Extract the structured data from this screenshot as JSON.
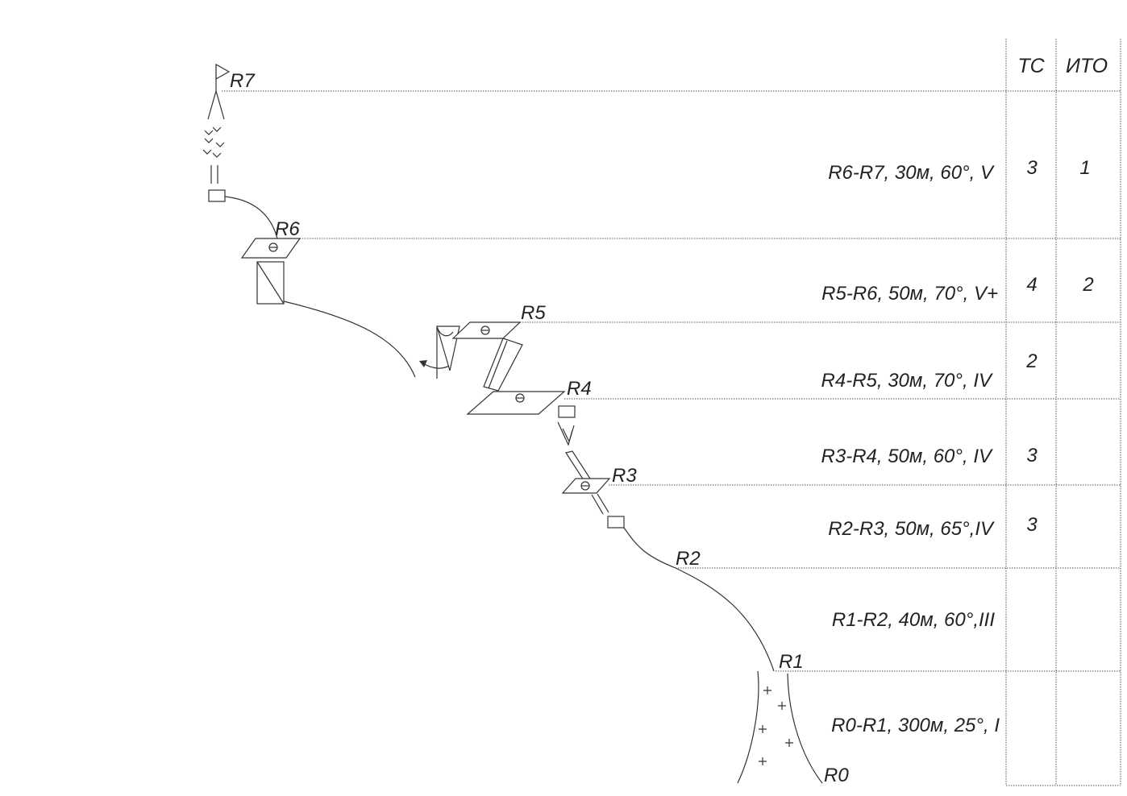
{
  "columns": {
    "tc": "ТС",
    "ito": "ИТО"
  },
  "points": [
    "R0",
    "R1",
    "R2",
    "R3",
    "R4",
    "R5",
    "R6",
    "R7"
  ],
  "segments": [
    {
      "label": "R6-R7, 30м, 60°, V",
      "tc": "3",
      "ito": "1"
    },
    {
      "label": "R5-R6, 50м, 70°, V+",
      "tc": "4",
      "ito": "2"
    },
    {
      "label": "R4-R5, 30м, 70°, IV",
      "tc": "2",
      "ito": ""
    },
    {
      "label": "R3-R4, 50м, 60°, IV",
      "tc": "3",
      "ito": ""
    },
    {
      "label": "R2-R3, 50м, 65°,IV",
      "tc": "3",
      "ito": ""
    },
    {
      "label": "R1-R2, 40м, 60°,III",
      "tc": "",
      "ito": ""
    },
    {
      "label": "R0-R1, 300м, 25°, I",
      "tc": "",
      "ito": ""
    }
  ]
}
